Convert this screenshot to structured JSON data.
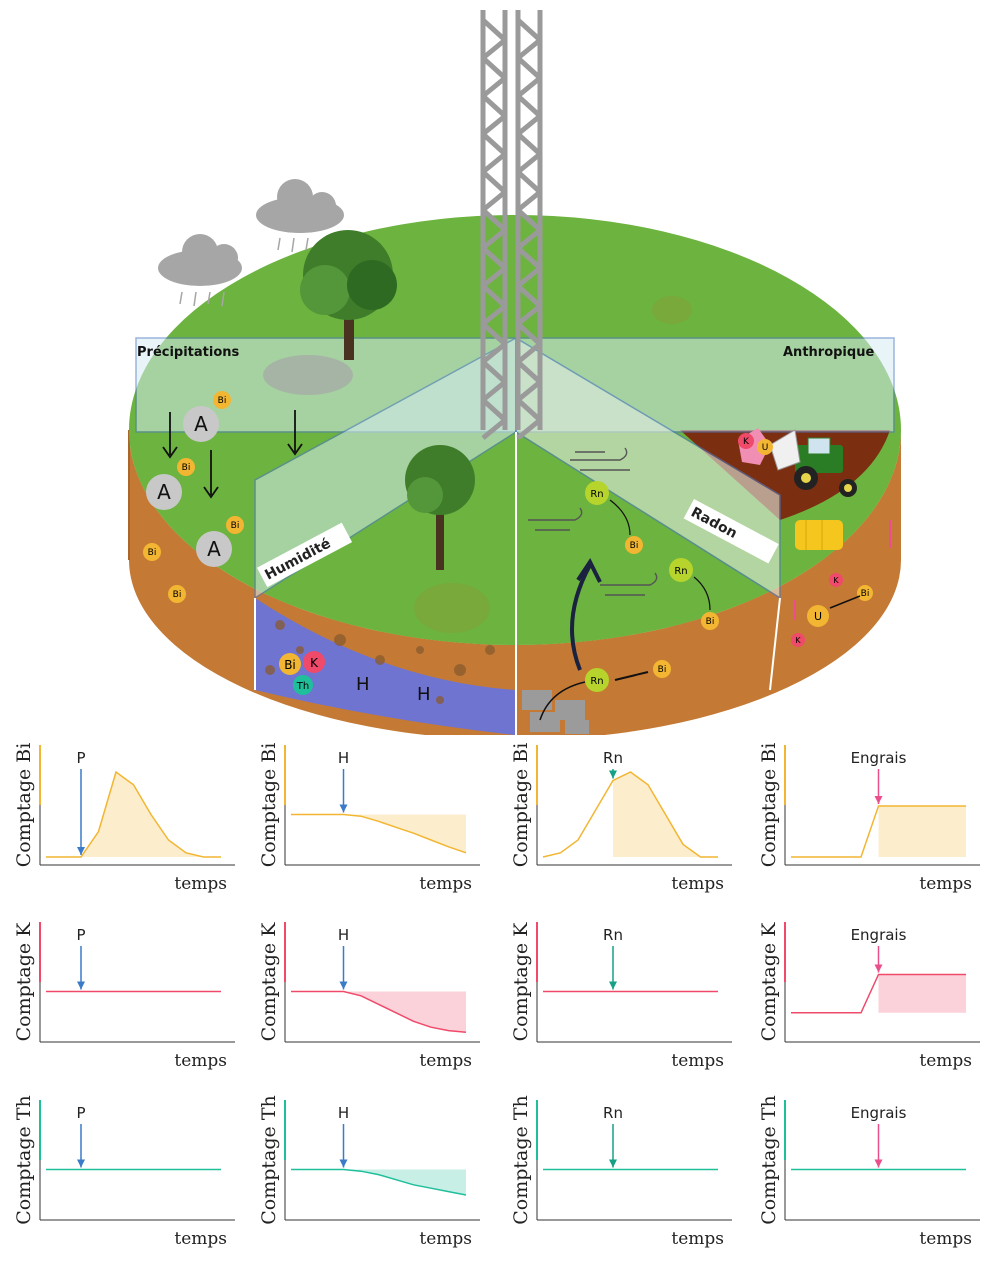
{
  "scene": {
    "label_precipitations": "Précipitations",
    "label_anthropique": "Anthropique",
    "label_humidite": "Humidité",
    "label_radon": "Radon",
    "bi": "Bi",
    "a": "A",
    "k": "K",
    "th": "Th",
    "u": "U",
    "rn": "Rn",
    "h": "H"
  },
  "colors": {
    "bi": "#f2b632",
    "k": "#ef4a6a",
    "th": "#1fbf9b",
    "p_arrow": "#3b7bc8",
    "rn_arrow": "#16a085",
    "engrais_arrow": "#ea4f8b"
  },
  "charts": {
    "xlabel": "temps",
    "ylabels": {
      "bi": "Comptage Bi",
      "k": "Comptage K",
      "th": "Comptage Th"
    },
    "events": {
      "p": "P",
      "h": "H",
      "rn": "Rn",
      "engrais": "Engrais"
    },
    "columns": [
      "precipitations",
      "humidite",
      "radon",
      "anthropique"
    ],
    "chart_data": [
      {
        "type": "line",
        "series": "Bi",
        "event": "P",
        "x": [
          0,
          1,
          2,
          3,
          4,
          5,
          6,
          7,
          8,
          9,
          10
        ],
        "y": [
          0,
          0,
          0,
          0.3,
          1,
          0.85,
          0.5,
          0.2,
          0.05,
          0,
          0
        ],
        "event_x": 2
      },
      {
        "type": "line",
        "series": "Bi",
        "event": "H",
        "x": [
          0,
          1,
          2,
          3,
          4,
          5,
          6,
          7,
          8,
          9,
          10
        ],
        "y": [
          0.5,
          0.5,
          0.5,
          0.5,
          0.48,
          0.42,
          0.35,
          0.28,
          0.2,
          0.12,
          0.05
        ],
        "event_x": 3
      },
      {
        "type": "line",
        "series": "Bi",
        "event": "Rn",
        "x": [
          0,
          1,
          2,
          3,
          4,
          5,
          6,
          7,
          8,
          9,
          10
        ],
        "y": [
          0,
          0.05,
          0.2,
          0.55,
          0.9,
          1,
          0.85,
          0.5,
          0.15,
          0,
          0
        ],
        "event_x": 4
      },
      {
        "type": "line",
        "series": "Bi",
        "event": "Engrais",
        "x": [
          0,
          1,
          2,
          3,
          4,
          5,
          6,
          7,
          8,
          9,
          10
        ],
        "y": [
          0,
          0,
          0,
          0,
          0,
          0.6,
          0.6,
          0.6,
          0.6,
          0.6,
          0.6
        ],
        "event_x": 5
      },
      {
        "type": "line",
        "series": "K",
        "event": "P",
        "x": [
          0,
          1,
          2,
          3,
          4,
          5,
          6,
          7,
          8,
          9,
          10
        ],
        "y": [
          0.5,
          0.5,
          0.5,
          0.5,
          0.5,
          0.5,
          0.5,
          0.5,
          0.5,
          0.5,
          0.5
        ],
        "event_x": 2
      },
      {
        "type": "line",
        "series": "K",
        "event": "H",
        "x": [
          0,
          1,
          2,
          3,
          4,
          5,
          6,
          7,
          8,
          9,
          10
        ],
        "y": [
          0.5,
          0.5,
          0.5,
          0.5,
          0.45,
          0.35,
          0.25,
          0.15,
          0.08,
          0.04,
          0.02
        ],
        "event_x": 3
      },
      {
        "type": "line",
        "series": "K",
        "event": "Rn",
        "x": [
          0,
          1,
          2,
          3,
          4,
          5,
          6,
          7,
          8,
          9,
          10
        ],
        "y": [
          0.5,
          0.5,
          0.5,
          0.5,
          0.5,
          0.5,
          0.5,
          0.5,
          0.5,
          0.5,
          0.5
        ],
        "event_x": 4
      },
      {
        "type": "line",
        "series": "K",
        "event": "Engrais",
        "x": [
          0,
          1,
          2,
          3,
          4,
          5,
          6,
          7,
          8,
          9,
          10
        ],
        "y": [
          0.25,
          0.25,
          0.25,
          0.25,
          0.25,
          0.7,
          0.7,
          0.7,
          0.7,
          0.7,
          0.7
        ],
        "event_x": 5
      },
      {
        "type": "line",
        "series": "Th",
        "event": "P",
        "x": [
          0,
          1,
          2,
          3,
          4,
          5,
          6,
          7,
          8,
          9,
          10
        ],
        "y": [
          0.5,
          0.5,
          0.5,
          0.5,
          0.5,
          0.5,
          0.5,
          0.5,
          0.5,
          0.5,
          0.5
        ],
        "event_x": 2
      },
      {
        "type": "line",
        "series": "Th",
        "event": "H",
        "x": [
          0,
          1,
          2,
          3,
          4,
          5,
          6,
          7,
          8,
          9,
          10
        ],
        "y": [
          0.5,
          0.5,
          0.5,
          0.5,
          0.48,
          0.44,
          0.38,
          0.32,
          0.28,
          0.24,
          0.2
        ],
        "event_x": 3
      },
      {
        "type": "line",
        "series": "Th",
        "event": "Rn",
        "x": [
          0,
          1,
          2,
          3,
          4,
          5,
          6,
          7,
          8,
          9,
          10
        ],
        "y": [
          0.5,
          0.5,
          0.5,
          0.5,
          0.5,
          0.5,
          0.5,
          0.5,
          0.5,
          0.5,
          0.5
        ],
        "event_x": 4
      },
      {
        "type": "line",
        "series": "Th",
        "event": "Engrais",
        "x": [
          0,
          1,
          2,
          3,
          4,
          5,
          6,
          7,
          8,
          9,
          10
        ],
        "y": [
          0.5,
          0.5,
          0.5,
          0.5,
          0.5,
          0.5,
          0.5,
          0.5,
          0.5,
          0.5,
          0.5
        ],
        "event_x": 5
      }
    ]
  }
}
